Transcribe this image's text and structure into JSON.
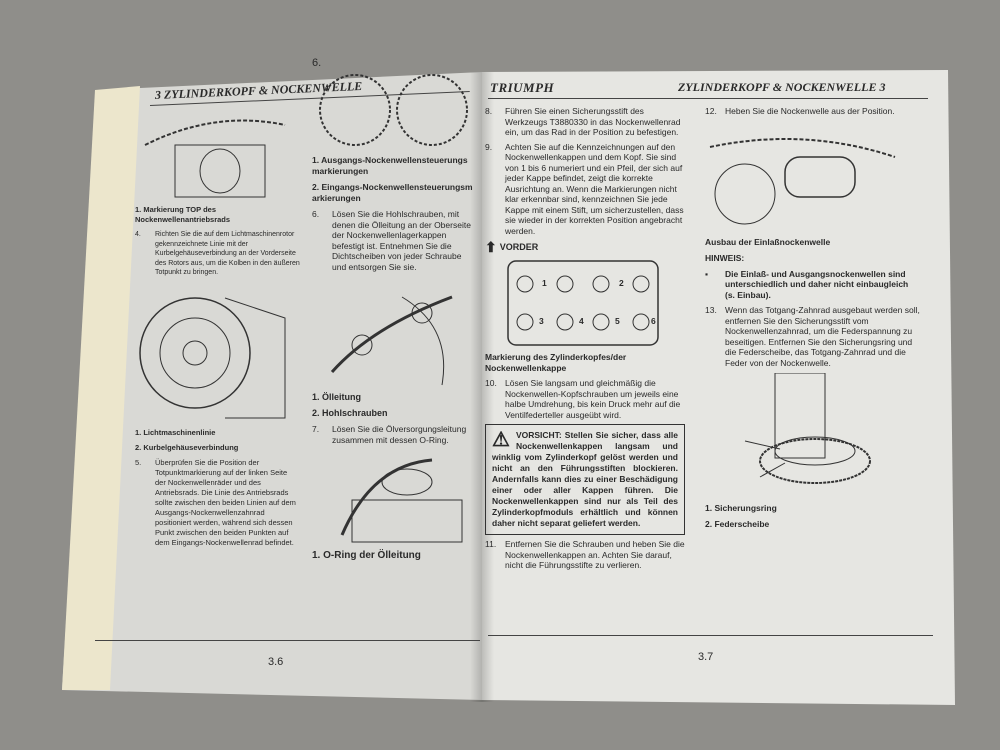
{
  "left_page": {
    "header": "3 ZYLINDERKOPF & NOCKENWELLE",
    "top_stray_number": "6.",
    "page_number": "3.6",
    "fig1_caption": "1. Markierung TOP des Nockenwellenantriebsrads",
    "step4": {
      "n": "4.",
      "text": "Richten Sie die auf dem Lichtmaschinenrotor gekennzeichnete Linie mit der Kurbelgehäuseverbindung an der Vorderseite des Rotors aus, um die Kolben in den äußeren Totpunkt zu bringen."
    },
    "fig2_legend": [
      "1. Lichtmaschinenlinie",
      "2. Kurbelgehäuseverbindung"
    ],
    "step5": {
      "n": "5.",
      "text": "Überprüfen Sie die Position der Totpunktmarkierung auf der linken Seite der Nockenwellenräder und des Antriebsrads. Die Linie des Antriebsrads sollte zwischen den beiden Linien auf dem Ausgangs-Nockenwellenzahnrad positioniert werden, während sich dessen Punkt zwischen den beiden Punkten auf dem Eingangs-Nockenwellenrad befindet."
    },
    "fig3_legend": [
      "1. Ausgangs-Nockenwellensteuerungsmarkierungen",
      "2. Eingangs-Nockenwellensteuerungsmarkierungen"
    ],
    "step6": {
      "n": "6.",
      "text": "Lösen Sie die Hohlschrauben, mit denen die Ölleitung an der Oberseite der Nockenwellenlagerkappen befestigt ist. Entnehmen Sie die Dichtscheiben von jeder Schraube und entsorgen Sie sie."
    },
    "fig4_legend": [
      "1. Ölleitung",
      "2. Hohlschrauben"
    ],
    "step7": {
      "n": "7.",
      "text": "Lösen Sie die Ölversorgungsleitung zusammen mit dessen O-Ring."
    },
    "fig5_caption": "1. O-Ring der Ölleitung"
  },
  "right_page": {
    "logo": "TRIUMPH",
    "header": "ZYLINDERKOPF & NOCKENWELLE 3",
    "page_number": "3.7",
    "step8": {
      "n": "8.",
      "text": "Führen Sie einen Sicherungsstift des Werkzeugs T3880330 in das Nockenwellenrad ein, um das Rad in der Position zu befestigen."
    },
    "step9": {
      "n": "9.",
      "text": "Achten Sie auf die Kennzeichnungen auf den Nockenwellenkappen und dem Kopf. Sie sind von 1 bis 6 numeriert und ein Pfeil, der sich auf jeder Kappe befindet, zeigt die korrekte Ausrichtung an. Wenn die Markierungen nicht klar erkennbar sind, kennzeichnen Sie jede Kappe mit einem Stift, um sicherzustellen, dass sie wieder in der korrekten Position angebracht werden."
    },
    "front_label": "VORDER",
    "cap_numbers": [
      "1",
      "2",
      "3",
      "4",
      "5",
      "6"
    ],
    "fig_caption": "Markierung des Zylinderkopfes/der Nockenwellenkappe",
    "step10": {
      "n": "10.",
      "text": "Lösen Sie langsam und gleichmäßig die Nockenwellen-Kopfschrauben um jeweils eine halbe Umdrehung, bis kein Druck mehr auf die Ventilfederteller ausgeübt wird."
    },
    "warning": "VORSICHT: Stellen Sie sicher, dass alle Nockenwellenkappen langsam und winklig vom Zylinderkopf gelöst werden und nicht an den Führungsstiften blockieren. Andernfalls kann dies zu einer Beschädigung einer oder aller Kappen führen. Die Nockenwellenkappen sind nur als Teil des Zylinderkopfmoduls erhältlich und können daher nicht separat geliefert werden.",
    "step11": {
      "n": "11.",
      "text": "Entfernen Sie die Schrauben und heben Sie die Nockenwellenkappen an. Achten Sie darauf, nicht die Führungsstifte zu verlieren."
    },
    "step12": {
      "n": "12.",
      "text": "Heben Sie die Nockenwelle aus der Position."
    },
    "section_title": "Ausbau der Einlaßnockenwelle",
    "note_label": "HINWEIS:",
    "note_bullet": "Die Einlaß- und Ausgangsnockenwellen sind unterschiedlich und daher nicht einbaugleich (s. Einbau).",
    "step13": {
      "n": "13.",
      "text": "Wenn das Totgang-Zahnrad ausgebaut werden soll, entfernen Sie den Sicherungsstift vom Nockenwellenzahnrad, um die Federspannung zu beseitigen. Entfernen Sie den Sicherungsring und die Federscheibe, das Totgang-Zahnrad und die Feder von der Nockenwelle."
    },
    "fig_legend": [
      "1. Sicherungsring",
      "2. Federscheibe"
    ]
  }
}
